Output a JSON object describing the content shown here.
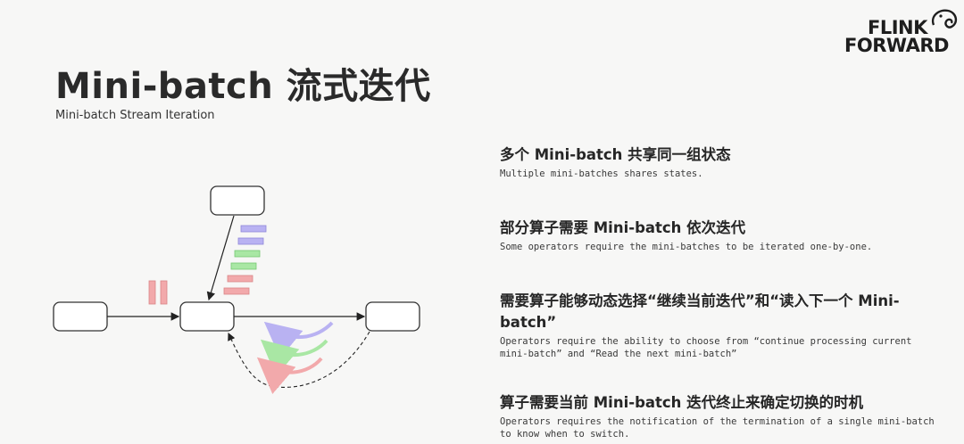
{
  "logo": {
    "line1": "FLINK",
    "line2": "FORWARD"
  },
  "title": "Mini-batch 流式迭代",
  "subtitle": "Mini-batch Stream Iteration",
  "points": [
    {
      "zh": "多个 Mini-batch 共享同一组状态",
      "en": "Multiple mini-batches shares states."
    },
    {
      "zh": "部分算子需要 Mini-batch 依次迭代",
      "en": "Some operators require the mini-batches to be iterated one-by-one."
    },
    {
      "zh": "需要算子能够动态选择“继续当前迭代”和“读入下一个 Mini-batch”",
      "en": "Operators require the ability to choose from “continue processing current mini-batch” and “Read the next mini-batch”"
    },
    {
      "zh": "算子需要当前 Mini-batch 迭代终止来确定切换的时机",
      "en": "Operators requires the notification of the termination of a single mini-batch to know when to switch."
    }
  ],
  "colors": {
    "purple": "#b9b2f2",
    "green": "#a9e7a4",
    "red": "#f2a9ab",
    "purple_edge": "#8f87d8",
    "green_edge": "#76c872",
    "red_edge": "#d98587"
  }
}
